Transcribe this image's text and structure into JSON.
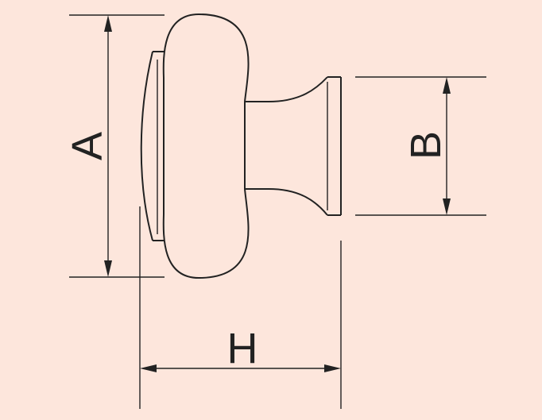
{
  "diagram": {
    "background_color": "#fde6dc",
    "line_color": "#222222",
    "labels": {
      "a": "A",
      "b": "B",
      "h": "H"
    }
  }
}
